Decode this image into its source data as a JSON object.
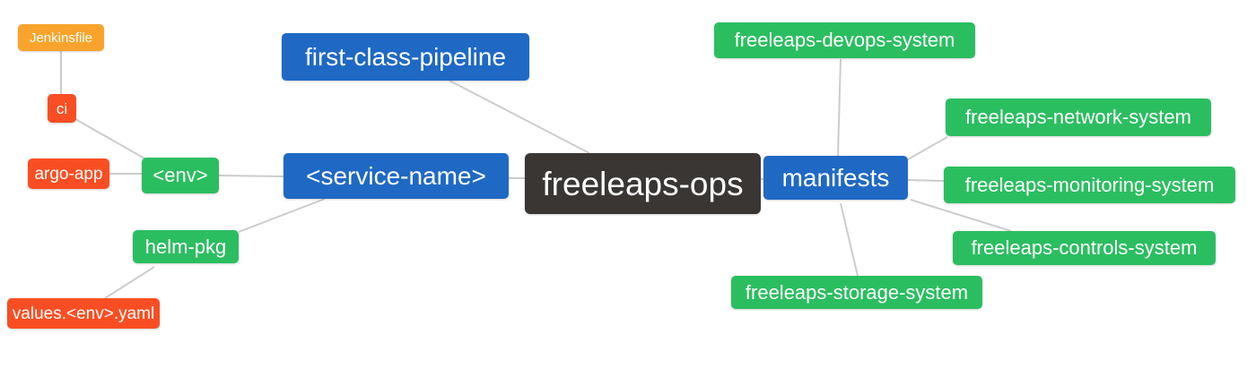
{
  "diagram": {
    "type": "mindmap",
    "root_label": "freeleaps-ops",
    "palette": {
      "orange": "#f8a42c",
      "red": "#f94e23",
      "green": "#2bbe60",
      "blue": "#1f69c4",
      "dark": "#393634",
      "edge": "#cccccc",
      "text": "#ffffff",
      "background": "#ffffff"
    },
    "nodes": [
      {
        "id": "jenkinsfile",
        "label": "Jenkinsfile",
        "color": "orange"
      },
      {
        "id": "ci",
        "label": "ci",
        "color": "red"
      },
      {
        "id": "argo-app",
        "label": "argo-app",
        "color": "red"
      },
      {
        "id": "env",
        "label": "<env>",
        "color": "green"
      },
      {
        "id": "helm-pkg",
        "label": "helm-pkg",
        "color": "green"
      },
      {
        "id": "values-env-yaml",
        "label": "values.<env>.yaml",
        "color": "red"
      },
      {
        "id": "first-class-pipeline",
        "label": "first-class-pipeline",
        "color": "blue"
      },
      {
        "id": "service-name",
        "label": "<service-name>",
        "color": "blue"
      },
      {
        "id": "freeleaps-ops",
        "label": "freeleaps-ops",
        "color": "dark"
      },
      {
        "id": "manifests",
        "label": "manifests",
        "color": "blue"
      },
      {
        "id": "freeleaps-devops-system",
        "label": "freeleaps-devops-system",
        "color": "green"
      },
      {
        "id": "freeleaps-network-system",
        "label": "freeleaps-network-system",
        "color": "green"
      },
      {
        "id": "freeleaps-monitoring-system",
        "label": "freeleaps-monitoring-system",
        "color": "green"
      },
      {
        "id": "freeleaps-controls-system",
        "label": "freeleaps-controls-system",
        "color": "green"
      },
      {
        "id": "freeleaps-storage-system",
        "label": "freeleaps-storage-system",
        "color": "green"
      }
    ],
    "edges": [
      [
        "jenkinsfile",
        "ci"
      ],
      [
        "ci",
        "env"
      ],
      [
        "argo-app",
        "env"
      ],
      [
        "env",
        "service-name"
      ],
      [
        "helm-pkg",
        "service-name"
      ],
      [
        "values-env-yaml",
        "helm-pkg"
      ],
      [
        "first-class-pipeline",
        "freeleaps-ops"
      ],
      [
        "service-name",
        "freeleaps-ops"
      ],
      [
        "freeleaps-ops",
        "manifests"
      ],
      [
        "manifests",
        "freeleaps-devops-system"
      ],
      [
        "manifests",
        "freeleaps-network-system"
      ],
      [
        "manifests",
        "freeleaps-monitoring-system"
      ],
      [
        "manifests",
        "freeleaps-controls-system"
      ],
      [
        "manifests",
        "freeleaps-storage-system"
      ]
    ]
  }
}
